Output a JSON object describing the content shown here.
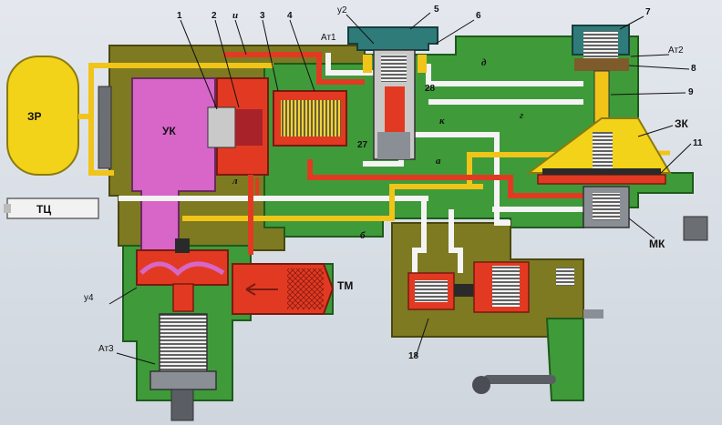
{
  "figure": {
    "labels": {
      "ZR": "ЗР",
      "UK": "УК",
      "TC": "ТЦ",
      "TM": "ТМ",
      "MK": "МК",
      "ZK": "ЗК",
      "At1": "Ат1",
      "At2": "Ат2",
      "At3": "Ат3",
      "U2": "у2",
      "U4": "у4",
      "n1": "1",
      "n2": "2",
      "n3": "3",
      "n4": "4",
      "n5": "5",
      "n6": "6",
      "n7": "7",
      "n8": "8",
      "n9": "9",
      "n11": "11",
      "n18": "18",
      "n27": "27",
      "n28": "28",
      "ch_i": "и",
      "ch_d": "д",
      "ch_g": "г",
      "ch_k": "к",
      "ch_a": "а",
      "ch_l": "л",
      "ch_b": "б"
    },
    "colors": {
      "body_olive": "#7d7a22",
      "body_green": "#3f9a3a",
      "reservoir_yellow": "#f3d21a",
      "pipe_yellow": "#f0c419",
      "pipe_white": "#f4f4f4",
      "red": "#e23a22",
      "pink": "#d766c8",
      "teal": "#2f7b7a",
      "gray": "#8a8f95",
      "dark": "#2a2a2a"
    }
  }
}
